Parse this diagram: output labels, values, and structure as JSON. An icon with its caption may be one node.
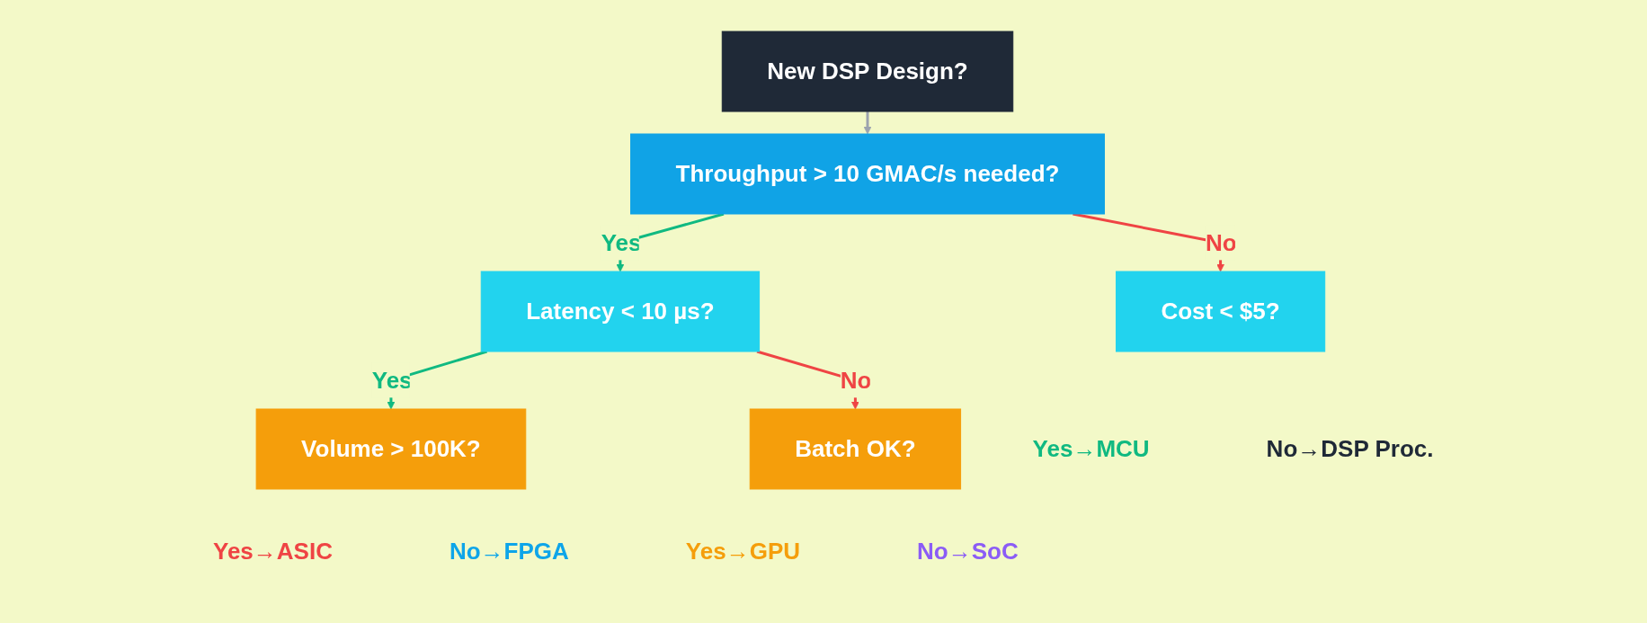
{
  "diagram": {
    "nodes": [
      {
        "text": [
          "New DSP Design?"
        ]
      },
      {
        "text": [
          "Throughput > 10 GMAC/s needed?"
        ]
      },
      {
        "text": [
          "Latency < 10 µs?"
        ]
      },
      {
        "text": [
          "Cost < $5?"
        ],
        "beside": [
          "Yes→MCU",
          "No→DSP Proc."
        ]
      },
      {
        "text": [
          "Volume > 100K?"
        ],
        "beside": [
          "Yes→ASIC",
          "No→FPGA"
        ]
      },
      {
        "text": [
          "Batch OK?"
        ],
        "beside": [
          "Yes→GPU",
          "No→SoC"
        ]
      }
    ],
    "edges": [
      {
        "from": 0,
        "to": 1,
        "arrow": "to",
        "color": "#9ca3af"
      },
      {
        "from": 1,
        "to": 2,
        "arrow": "to",
        "label": "Yes",
        "color": "#10b981"
      },
      {
        "from": 1,
        "to": 3,
        "arrow": "to",
        "label": "No",
        "color": "#ef4444"
      },
      {
        "from": 2,
        "to": 4,
        "arrow": "to",
        "label": "Yes",
        "color": "#10b981"
      },
      {
        "from": 2,
        "to": 5,
        "arrow": "to",
        "label": "No",
        "color": "#ef4444"
      }
    ]
  }
}
